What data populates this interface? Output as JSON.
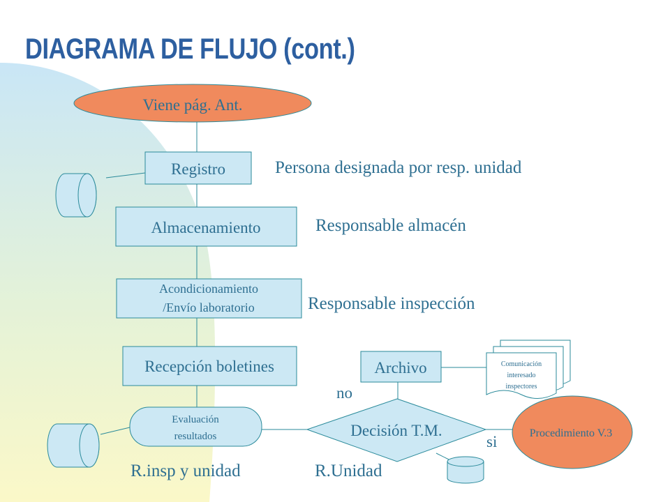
{
  "title": "DIAGRAMA DE FLUJO (cont.)",
  "colors": {
    "title": "#2d5fa0",
    "box_fill": "#cce8f4",
    "box_text": "#2e6f91",
    "terminator_fill": "#f08a5d",
    "stroke": "#2a8a9a"
  },
  "nodes": {
    "start": "Viene pág. Ant.",
    "registro": "Registro",
    "almacenamiento": "Almacenamiento",
    "acondicionamiento_line1": "Acondicionamiento",
    "acondicionamiento_line2": "/Envío laboratorio",
    "recepcion": "Recepción boletines",
    "evaluacion_line1": "Evaluación",
    "evaluacion_line2": "resultados",
    "decision": "Decisión T.M.",
    "archivo": "Archivo",
    "procedimiento": "Procedimiento V.3",
    "documento_line1": "Comunicación",
    "documento_line2": "interesado",
    "documento_line3": "inspectores"
  },
  "annotations": {
    "registro": "Persona designada por resp. unidad",
    "almacenamiento": "Responsable almacén",
    "acondicionamiento": "Responsable inspección",
    "evaluacion": "R.insp y unidad",
    "decision": "R.Unidad"
  },
  "branch_labels": {
    "no": "no",
    "si": "si"
  }
}
